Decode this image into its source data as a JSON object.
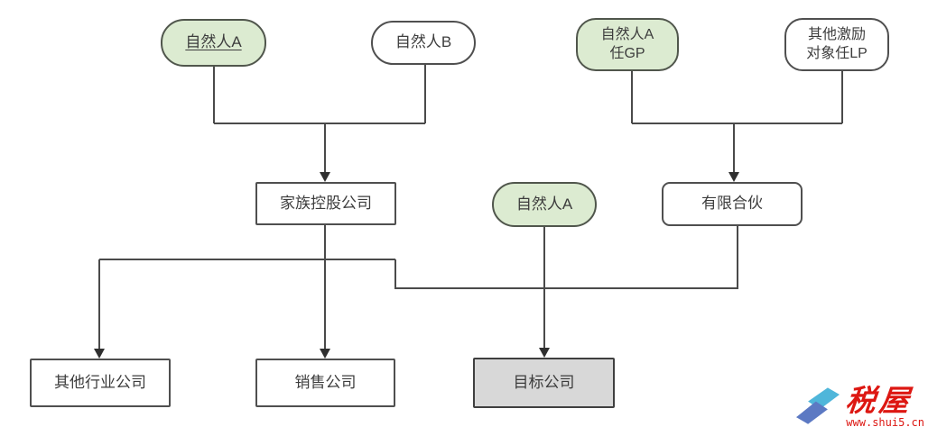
{
  "diagram": {
    "nodes": {
      "person_a_top": {
        "label": "自然人A",
        "shape": "pill",
        "fill": "#dcebd1",
        "underlined": true
      },
      "person_b": {
        "label": "自然人B",
        "shape": "pill",
        "fill": "#ffffff"
      },
      "person_a_gp": {
        "label": "自然人A\n任GP",
        "shape": "pill",
        "fill": "#dcebd1"
      },
      "other_incentive_lp": {
        "label": "其他激励\n对象任LP",
        "shape": "pill",
        "fill": "#ffffff"
      },
      "family_holding": {
        "label": "家族控股公司",
        "shape": "rect",
        "fill": "#ffffff"
      },
      "person_a_mid": {
        "label": "自然人A",
        "shape": "pill",
        "fill": "#dcebd1"
      },
      "limited_partnership": {
        "label": "有限合伙",
        "shape": "rect",
        "fill": "#ffffff"
      },
      "other_industry": {
        "label": "其他行业公司",
        "shape": "rect",
        "fill": "#ffffff"
      },
      "sales_company": {
        "label": "销售公司",
        "shape": "rect",
        "fill": "#ffffff"
      },
      "target_company": {
        "label": "目标公司",
        "shape": "rect",
        "fill": "#d8d8d8"
      }
    },
    "edges": [
      {
        "from": "person_a_top",
        "to": "family_holding"
      },
      {
        "from": "person_b",
        "to": "family_holding"
      },
      {
        "from": "person_a_gp",
        "to": "limited_partnership"
      },
      {
        "from": "other_incentive_lp",
        "to": "limited_partnership"
      },
      {
        "from": "family_holding",
        "to": "other_industry"
      },
      {
        "from": "family_holding",
        "to": "sales_company"
      },
      {
        "from": "family_holding",
        "to": "target_company"
      },
      {
        "from": "person_a_mid",
        "to": "target_company"
      },
      {
        "from": "limited_partnership",
        "to": "target_company"
      }
    ],
    "colors": {
      "highlight_fill": "#dcebd1",
      "plain_fill": "#ffffff",
      "target_fill": "#d8d8d8",
      "node_border": "#4f4f4f",
      "connector": "#4a4a4a",
      "text": "#3d3d3d"
    }
  },
  "watermark": {
    "brand": "税屋",
    "url": "www.shui5.cn",
    "logo_top_color": "#4fb6da",
    "logo_bottom_color": "#5c79c3",
    "text_color": "#dd1712"
  }
}
